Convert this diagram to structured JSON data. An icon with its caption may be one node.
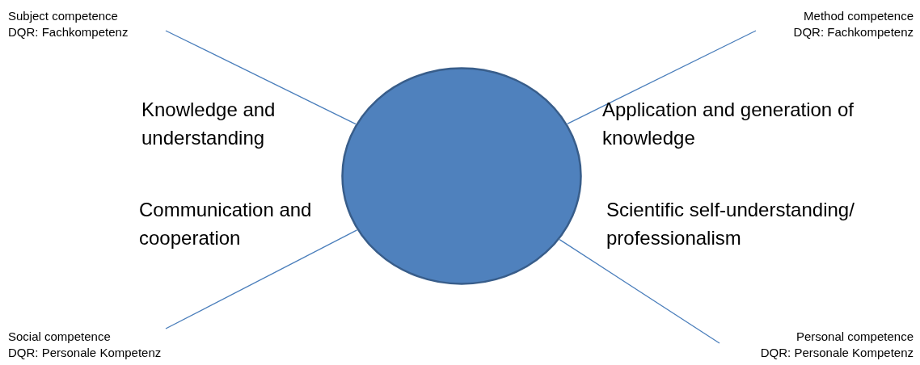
{
  "diagram": {
    "nodes": [
      {
        "text": [
          "Subject competence",
          "DQR: Fachkompetenz"
        ]
      },
      {
        "text": [
          "Method competence",
          "DQR: Fachkompetenz"
        ]
      },
      {
        "text": [],
        "shape": "circle"
      },
      {
        "text": [
          "Social competence",
          "DQR: Personale Kompetenz"
        ]
      },
      {
        "text": [
          "Personal competence",
          "DQR: Personale Kompetenz"
        ]
      }
    ],
    "edges": [
      {
        "from": 0,
        "to": 2,
        "arrow": "none"
      },
      {
        "from": 1,
        "to": 2,
        "arrow": "none"
      },
      {
        "from": 3,
        "to": 2,
        "arrow": "none"
      },
      {
        "from": 4,
        "to": 2,
        "arrow": "none"
      }
    ],
    "labels": [
      "Knowledge and understanding",
      "Application and generation of knowledge",
      "Communication and cooperation",
      "Scientific self-understanding/ professionalism"
    ]
  }
}
